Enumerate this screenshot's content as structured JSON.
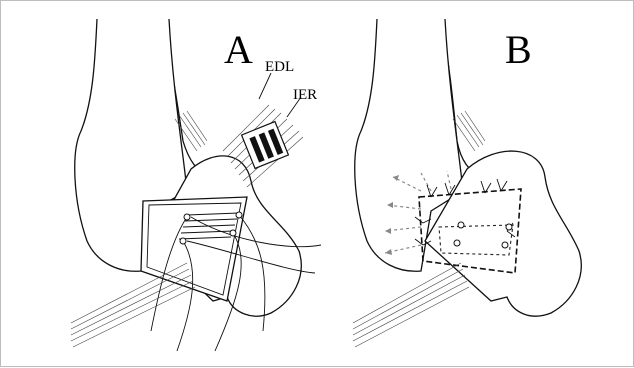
{
  "figure": {
    "panel_a": {
      "letter": "A",
      "labels": {
        "edl": "EDL",
        "ier": "IER"
      }
    },
    "panel_b": {
      "letter": "B"
    }
  },
  "colors": {
    "ink": "#111111",
    "arrow_grey": "#888888",
    "frame": "#bdbdbd"
  }
}
